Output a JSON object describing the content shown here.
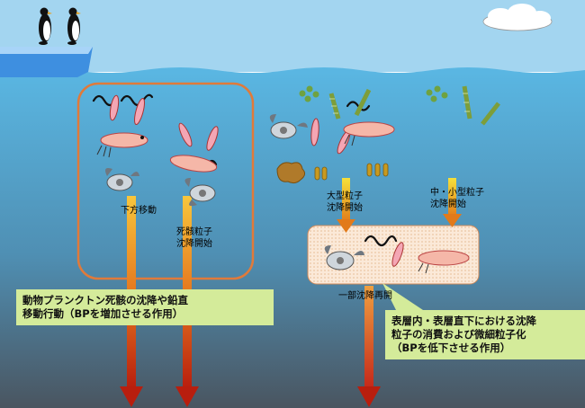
{
  "labels": {
    "downward_migration": "下方移動",
    "carcass_sinking": "死骸粒子\n沈降開始",
    "large_particle_sinking": "大型粒子\n沈降開始",
    "small_particle_sinking": "中・小型粒子\n沈降開始",
    "partial_resinking": "一部沈降再開"
  },
  "notes": {
    "left": "動物プランクトン死骸の沈降や鉛直\n移動行動（BPを増加させる作用）",
    "right": "表層内・表層直下における沈降\n粒子の消費および微細粒子化\n（BPを低下させる作用）"
  },
  "colors": {
    "sky": "#9fd3ef",
    "water_top": "#5bb8e4",
    "water_bottom": "#4d5a66",
    "box_border": "#e07a3a",
    "note_fill": "#d4eb9a",
    "arrow_top": "#f7c23a",
    "arrow_bottom": "#c0200f"
  },
  "icons": [
    "penguin-icon",
    "cloud-icon",
    "krill-icon",
    "copepod-icon",
    "pteropod-icon",
    "diatom-chain-icon",
    "algae-cell-icon",
    "fecal-pellet-icon",
    "aggregate-icon"
  ]
}
